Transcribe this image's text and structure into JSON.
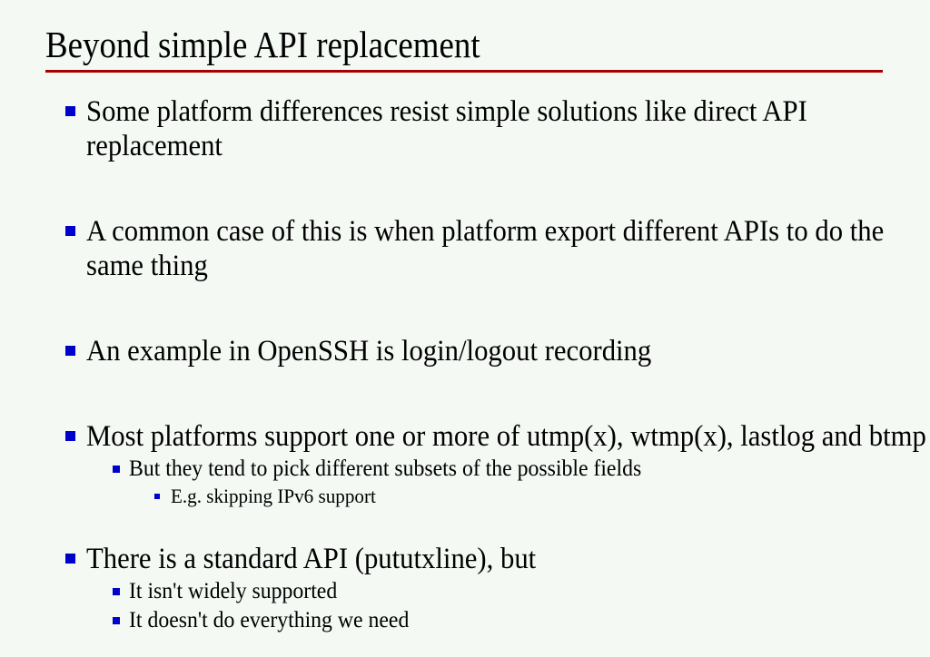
{
  "slide": {
    "title": "Beyond simple API replacement",
    "background_color": "#f4f9f4",
    "title_rule_color": "#a80000",
    "bullet_color": "#0000cc",
    "text_color": "#000000",
    "bullets": [
      {
        "level": 1,
        "text": "Some platform differences resist simple solutions like direct API replacement"
      },
      {
        "level": 1,
        "text": "A common case of this is when platform export different APIs to do the same thing"
      },
      {
        "level": 1,
        "text": "An example in OpenSSH is login/logout recording"
      },
      {
        "level": 1,
        "text": "Most platforms support one or more of utmp(x), wtmp(x), lastlog and btmp"
      },
      {
        "level": 2,
        "text": "But they tend to pick different subsets of the possible fields"
      },
      {
        "level": 3,
        "text": "E.g. skipping IPv6 support"
      },
      {
        "level": 1,
        "text": "There is a standard API (pututxline), but"
      },
      {
        "level": 2,
        "text": "It isn't widely supported"
      },
      {
        "level": 2,
        "text": "It doesn't do everything we need"
      }
    ]
  }
}
